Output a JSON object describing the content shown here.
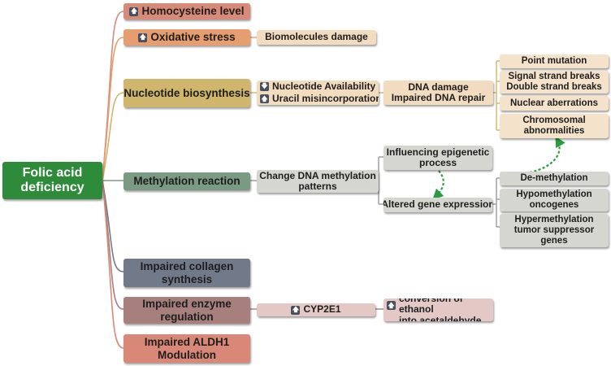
{
  "root": "Folic acid deficiency",
  "branches": {
    "homocysteine": "Homocysteine level",
    "oxidative": "Oxidative stress",
    "biomolecules": "Biomolecules damage",
    "nucleotide": "Nucleotide biosynthesis",
    "nucleotide_availability": "Nucleotide Availability",
    "uracil": "Uracil misincorporation",
    "dna_damage": "DNA damage\nImpaired DNA repair",
    "point_mutation": "Point mutation",
    "strand_breaks": "Signal strand breaks\nDouble strand breaks",
    "nuclear": "Nuclear aberrations",
    "chromosomal": "Chromosomal\nabnormalities",
    "methylation": "Methylation reaction",
    "change_methylation": "Change DNA methylation\npatterns",
    "epigenetic": "Influencing epigenetic\nprocess",
    "altered_gene": "Altered gene expression",
    "demethylation": "De-methylation",
    "hypomethylation": "Hypomethylation\noncogenes",
    "hypermethylation": "Hypermethylation\ntumor suppressor\ngenes",
    "collagen": "Impaired collagen\nsynthesis",
    "enzyme": "Impaired enzyme\nregulation",
    "cyp": "CYP2E1",
    "ethanol": "conversion of ethanol\ninto acetaldehyde",
    "aldh": "Impaired ALDH1\nModulation"
  },
  "icons": {
    "up": "up-arrow-icon",
    "down": "down-arrow-icon",
    "up_glyph": "🡅",
    "down_glyph": "🡇"
  },
  "colors": {
    "root": "#2e8b3a",
    "homocysteine": "#d88a79",
    "oxidative": "#e69d6f",
    "nucleotide": "#cfb66c",
    "methylation": "#7b9a84",
    "collagen": "#727a8a",
    "enzyme": "#a77f7c",
    "aldh": "#d98878",
    "grey_line": "#9a9a9a",
    "green_dashed": "#2e9a3f"
  }
}
